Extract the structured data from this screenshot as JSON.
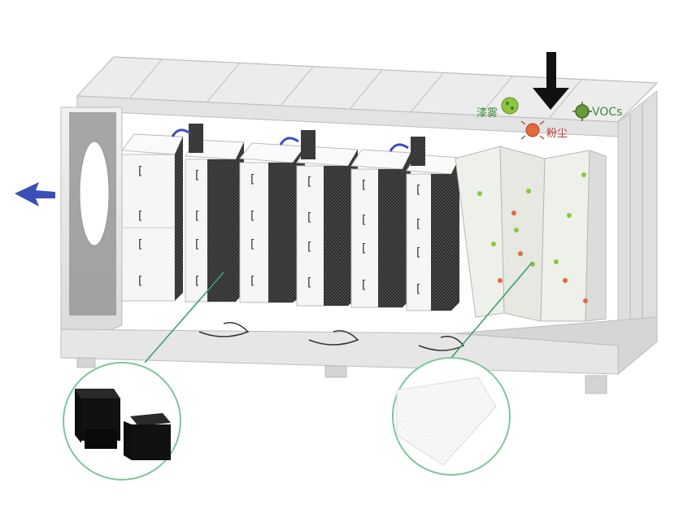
{
  "labels": {
    "paint_mist": "漆雾",
    "vocs": "VOCs",
    "dust": "粉尘"
  },
  "colors": {
    "inflow_arrow": "#111111",
    "outflow_arrow": "#3a4fb5",
    "leader_line": "#3aa36b",
    "vocs_text": "#3d8a3a",
    "paint_text": "#3d8a3a",
    "dust_text": "#c0392b",
    "particle_green": "#8cc63f",
    "particle_red": "#e26a3b"
  },
  "icons": {
    "paint_mist": "green-particle-icon",
    "vocs": "virus-icon",
    "dust": "red-mite-icon"
  }
}
